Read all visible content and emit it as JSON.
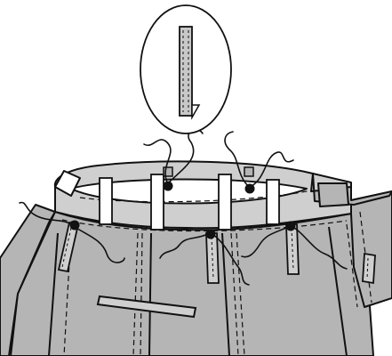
{
  "diagram": {
    "colors": {
      "fabric": "#b8b8b8",
      "fabric_light": "#cfcfcf",
      "white": "#ffffff",
      "outline": "#111111",
      "pin": "#111111"
    },
    "callout": {
      "shape": "oval",
      "content": "folded-belt-loop-detail"
    },
    "marks": {
      "pins_count": 5,
      "belt_loops_count": 4
    }
  }
}
